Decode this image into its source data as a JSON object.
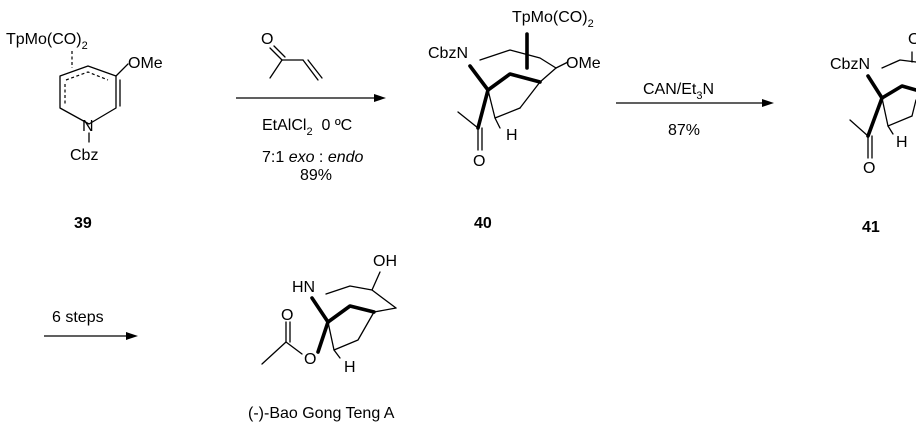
{
  "scheme": {
    "compounds": {
      "c39": {
        "number": "39",
        "metal": "TpMo(CO)",
        "metal_sub": "2",
        "ome": "OMe",
        "n": "N",
        "cbz": "Cbz"
      },
      "c40": {
        "number": "40",
        "metal": "TpMo(CO)",
        "metal_sub": "2",
        "cbzn": "CbzN",
        "ome": "OMe",
        "o": "O",
        "h": "H"
      },
      "c41": {
        "number": "41",
        "cbzn": "CbzN",
        "o": "O",
        "h": "H"
      },
      "product": {
        "name": "(-)-Bao Gong Teng A",
        "hn": "HN",
        "oh": "OH",
        "o_carbonyl": "O",
        "o_ester": "O",
        "h": "H"
      }
    },
    "steps": {
      "step1": {
        "reagent_main": "EtAlCl",
        "reagent_sub": "2",
        "temperature": "0 ºC",
        "ratio_prefix": "7:1 ",
        "ratio_exo": "exo",
        "ratio_sep": " : ",
        "ratio_endo": "endo",
        "yield": "89%"
      },
      "step2": {
        "reagent_main": "CAN/Et",
        "reagent_sub": "3",
        "reagent_tail": "N",
        "yield": "87%"
      },
      "step3": {
        "label": "6 steps"
      }
    }
  }
}
